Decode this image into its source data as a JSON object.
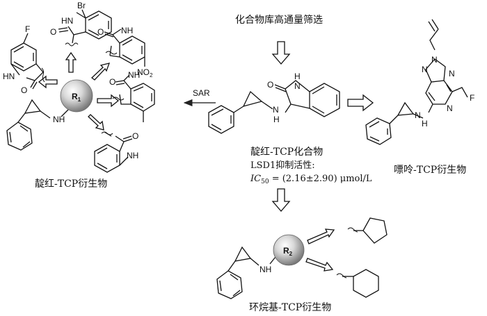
{
  "title": "化合物库高通量筛选",
  "sar_label": "SAR",
  "hit": {
    "name": "靛红-TCP化合物",
    "assay": "LSD1抑制活性:",
    "ic50_symbol": "IC",
    "ic50_subscript": "50",
    "ic50_value": "= (2.16±2.90) μmol/L"
  },
  "groups": {
    "isatin": "靛红-TCP衍生物",
    "purine": "嘌呤-TCP衍生物",
    "cycloalkyl": "环烷基-TCP衍生物"
  },
  "substituents": {
    "r1": "R",
    "r1_sub": "1",
    "r2": "R",
    "r2_sub": "2"
  },
  "atoms": {
    "Br": "Br",
    "F": "F",
    "NO2": "NO",
    "NO2_sub": "2",
    "HN": "HN",
    "N": "N",
    "H": "H",
    "O": "O",
    "NH": "NH"
  }
}
